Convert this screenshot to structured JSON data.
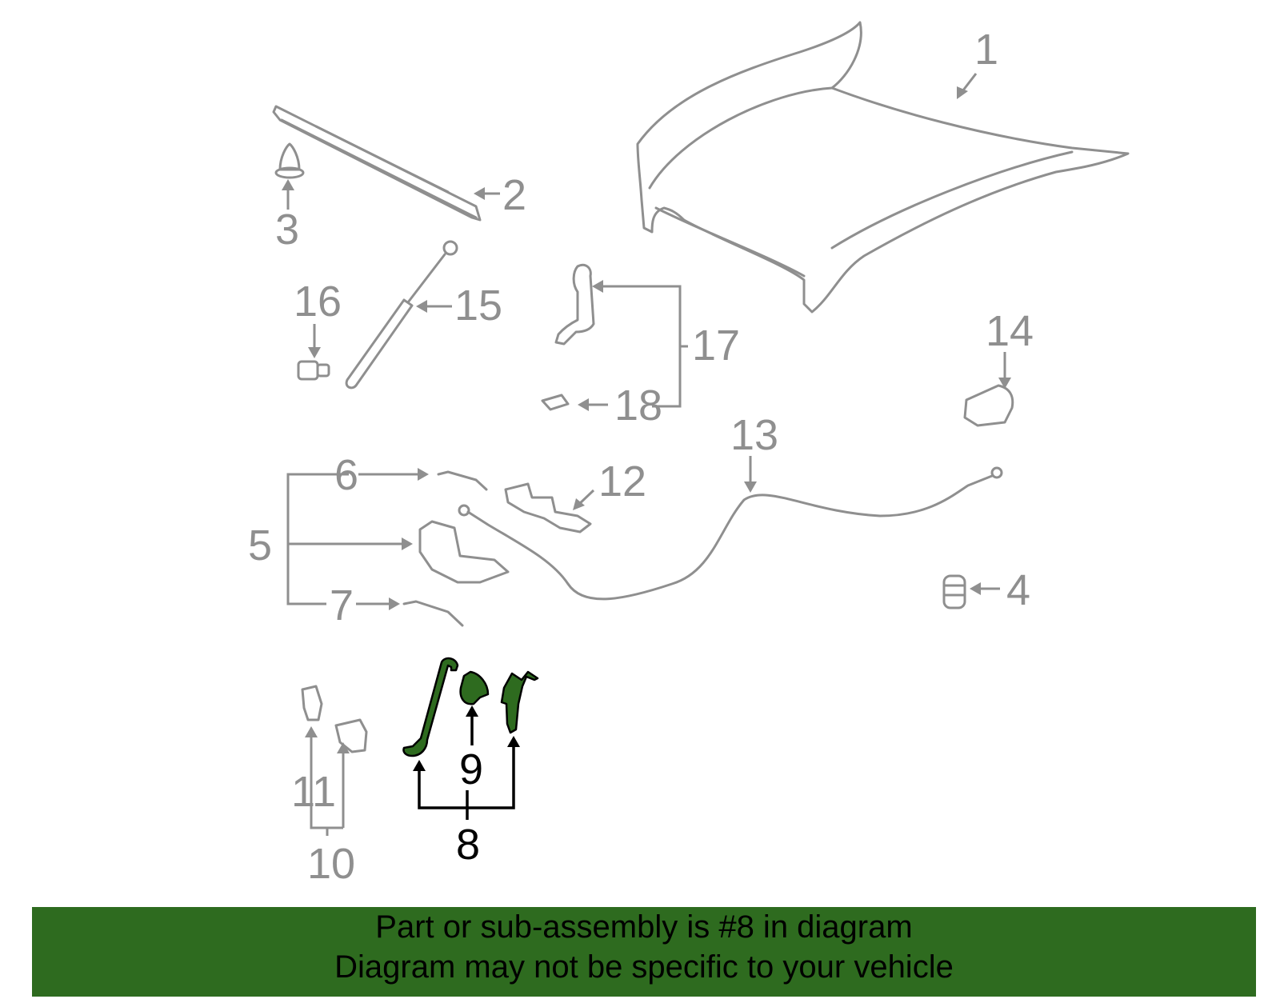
{
  "callouts": {
    "c1": "1",
    "c2": "2",
    "c3": "3",
    "c4": "4",
    "c5": "5",
    "c6": "6",
    "c7": "7",
    "c8": "8",
    "c9": "9",
    "c10": "10",
    "c11": "11",
    "c12": "12",
    "c13": "13",
    "c14": "14",
    "c15": "15",
    "c16": "16",
    "c17": "17",
    "c18": "18"
  },
  "highlight": {
    "part": "8",
    "color": "#2e6b1f"
  },
  "colors": {
    "line": "#8f8f8f",
    "banner": "#2e6b1f",
    "highlight_outline": "#000000"
  },
  "banner": {
    "line1": "Part or sub-assembly is #8 in diagram",
    "line2": "Diagram may not be specific to your vehicle"
  }
}
